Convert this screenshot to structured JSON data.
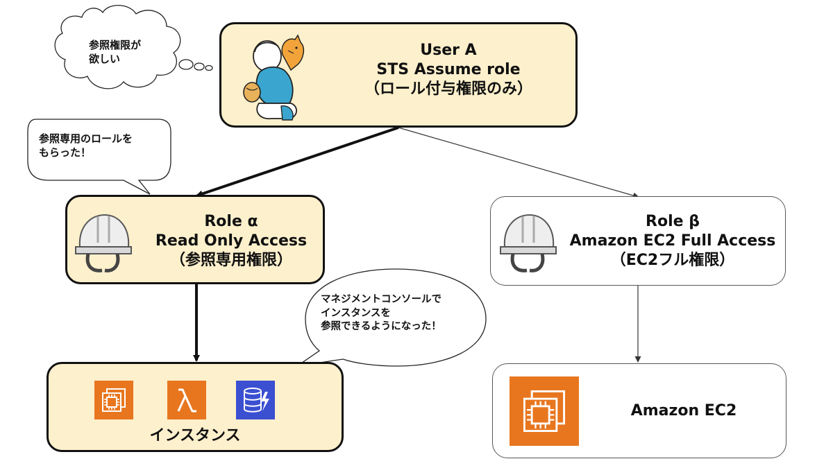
{
  "thoughts": {
    "user_thought": [
      "参照権限が",
      "欲しい"
    ],
    "role_received": [
      "参照専用のロールを",
      "もらった！"
    ],
    "console_view": [
      "マネジメントコンソールで",
      "インスタンスを",
      "参照できるようになった！"
    ]
  },
  "user_box": {
    "lines": [
      "User A",
      "STS Assume role",
      "（ロール付与権限のみ）"
    ]
  },
  "role_alpha": {
    "lines": [
      "Role α",
      "Read Only Access",
      "（参照専用権限）"
    ]
  },
  "role_beta": {
    "lines": [
      "Role β",
      "Amazon EC2 Full Access",
      "（EC2フル権限）"
    ]
  },
  "instances_box": {
    "label": "インスタンス",
    "icons": [
      "ec2-icon",
      "lambda-icon",
      "dynamodb-icon"
    ]
  },
  "ec2_box": {
    "label": "Amazon EC2",
    "icon": "ec2-icon"
  },
  "colors": {
    "highlight_fill": "#fdf0cc",
    "aws_orange": "#e8761f",
    "aws_blue": "#3b4fd1",
    "person_blue": "#3aa6cf"
  }
}
